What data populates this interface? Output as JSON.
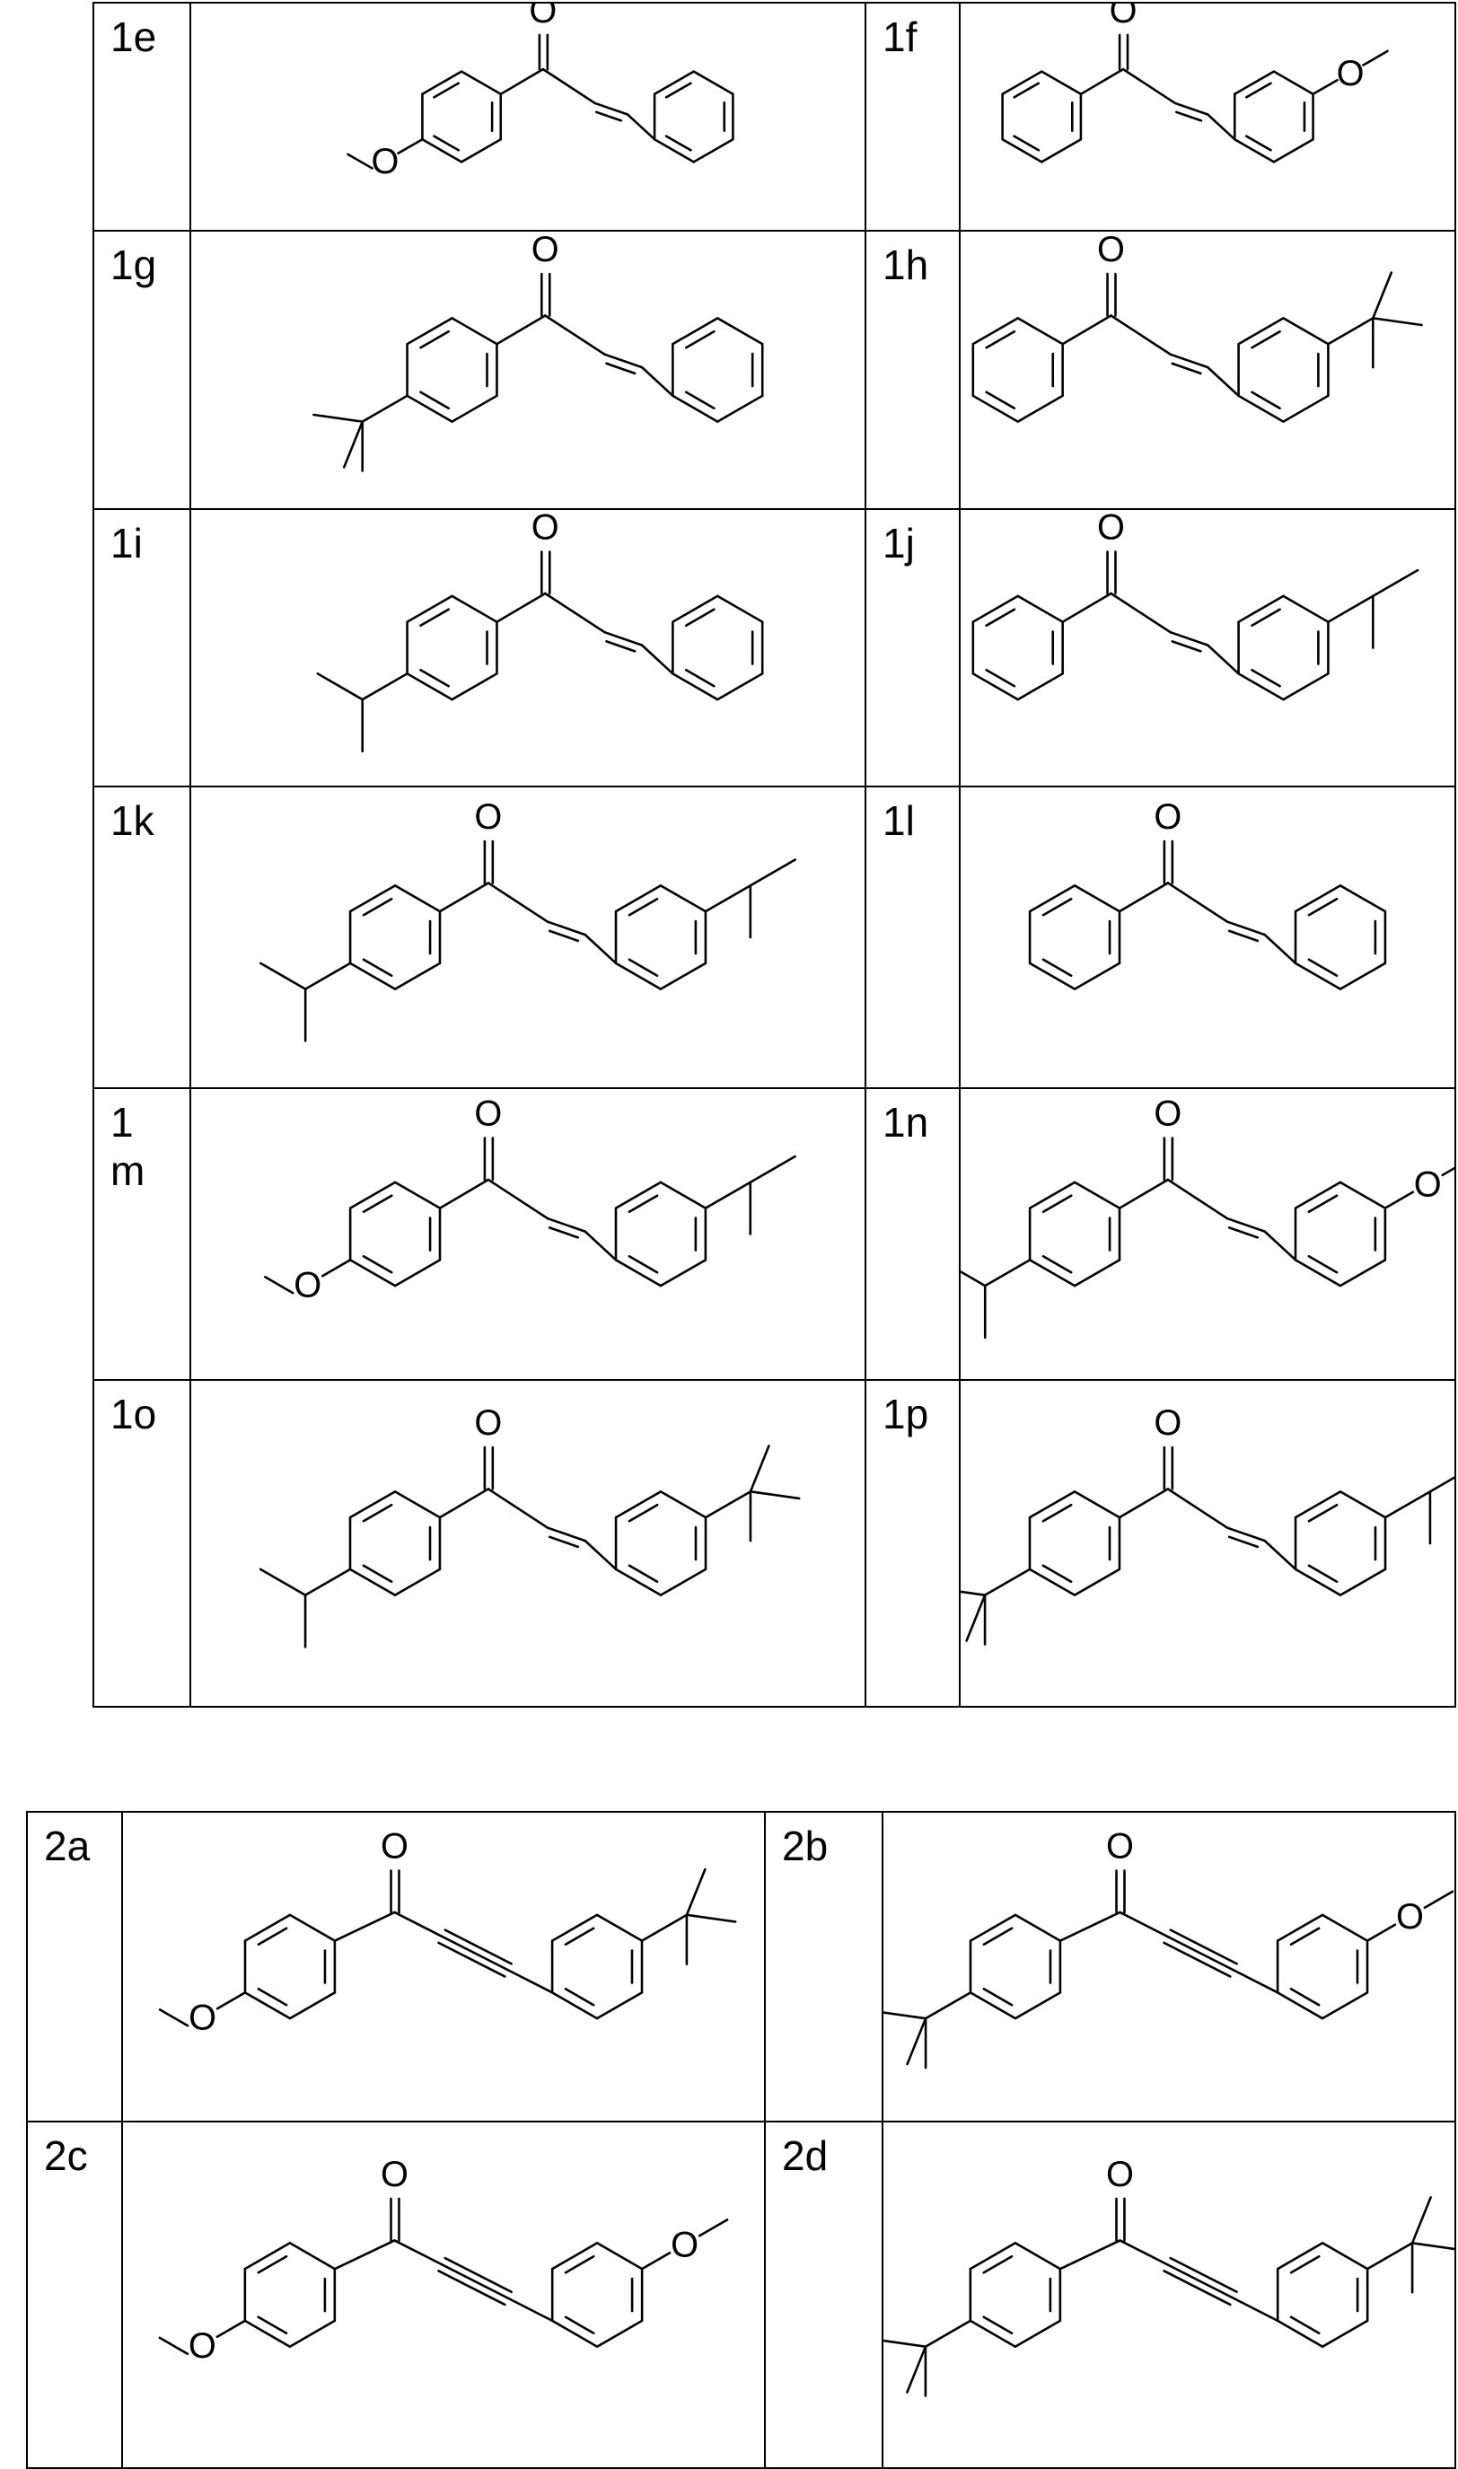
{
  "table1": {
    "rows": [
      [
        {
          "label": "1e",
          "left": "OMe",
          "link": "ene",
          "right": "H"
        },
        {
          "label": "1f",
          "left": "H",
          "link": "ene",
          "right": "OMe"
        }
      ],
      [
        {
          "label": "1g",
          "left": "tBu",
          "link": "ene",
          "right": "H"
        },
        {
          "label": "1h",
          "left": "H",
          "link": "ene",
          "right": "tBu"
        }
      ],
      [
        {
          "label": "1i",
          "left": "iPr",
          "link": "ene",
          "right": "H"
        },
        {
          "label": "1j",
          "left": "H",
          "link": "ene",
          "right": "iPr"
        }
      ],
      [
        {
          "label": "1k",
          "left": "iPr",
          "link": "ene",
          "right": "iPr"
        },
        {
          "label": "1l",
          "left": "H",
          "link": "ene",
          "right": "H"
        }
      ],
      [
        {
          "label": "1m",
          "label_lines": [
            "1",
            "m"
          ],
          "left": "OMe",
          "link": "ene",
          "right": "iPr"
        },
        {
          "label": "1n",
          "left": "iPr",
          "link": "ene",
          "right": "OMe"
        }
      ],
      [
        {
          "label": "1o",
          "left": "iPr",
          "link": "ene",
          "right": "tBu"
        },
        {
          "label": "1p",
          "left": "tBu",
          "link": "ene",
          "right": "iPr"
        }
      ]
    ]
  },
  "table2": {
    "rows": [
      [
        {
          "label": "2a",
          "left": "OMe",
          "link": "yne",
          "right": "tBu"
        },
        {
          "label": "2b",
          "left": "tBu",
          "link": "yne",
          "right": "OMe"
        }
      ],
      [
        {
          "label": "2c",
          "left": "OMe",
          "link": "yne",
          "right": "OMe"
        },
        {
          "label": "2d",
          "left": "tBu",
          "link": "yne",
          "right": "tBu"
        }
      ]
    ]
  },
  "atom_labels": {
    "oxygen": "O"
  }
}
